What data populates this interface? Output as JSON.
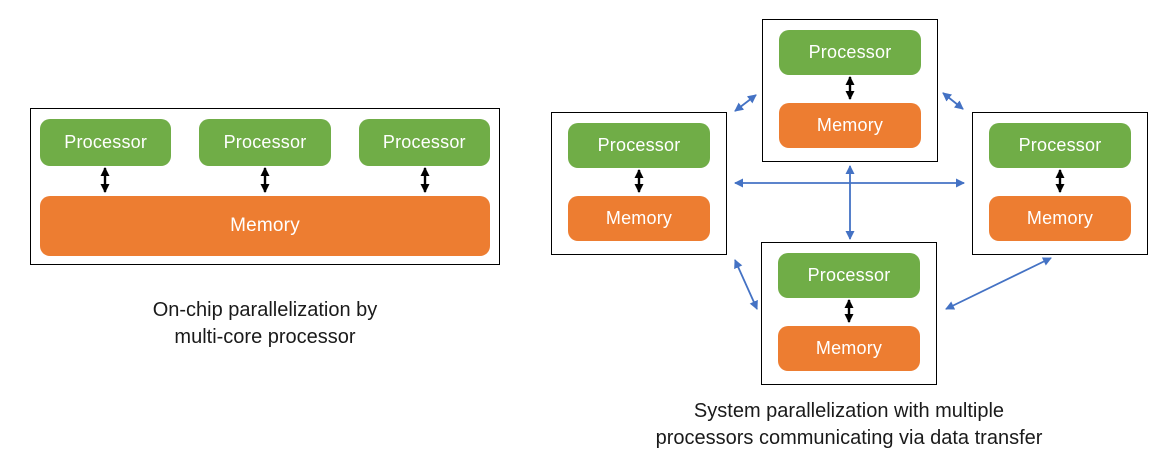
{
  "colors": {
    "processor_fill": "#70AD47",
    "memory_fill": "#ED7D31",
    "connector_blue": "#4472C4",
    "connector_black": "#000000",
    "box_label_text": "#FFFFFF",
    "caption_text": "#1A1A1A"
  },
  "left_diagram": {
    "processors": [
      {
        "label": "Processor"
      },
      {
        "label": "Processor"
      },
      {
        "label": "Processor"
      }
    ],
    "memory_label": "Memory",
    "caption_line1": "On-chip parallelization by",
    "caption_line2": "multi-core processor"
  },
  "right_diagram": {
    "nodes": [
      {
        "position": "top",
        "processor_label": "Processor",
        "memory_label": "Memory"
      },
      {
        "position": "left",
        "processor_label": "Processor",
        "memory_label": "Memory"
      },
      {
        "position": "right",
        "processor_label": "Processor",
        "memory_label": "Memory"
      },
      {
        "position": "bottom",
        "processor_label": "Processor",
        "memory_label": "Memory"
      }
    ],
    "caption_line1": "System parallelization with multiple",
    "caption_line2": "processors communicating via data transfer"
  }
}
